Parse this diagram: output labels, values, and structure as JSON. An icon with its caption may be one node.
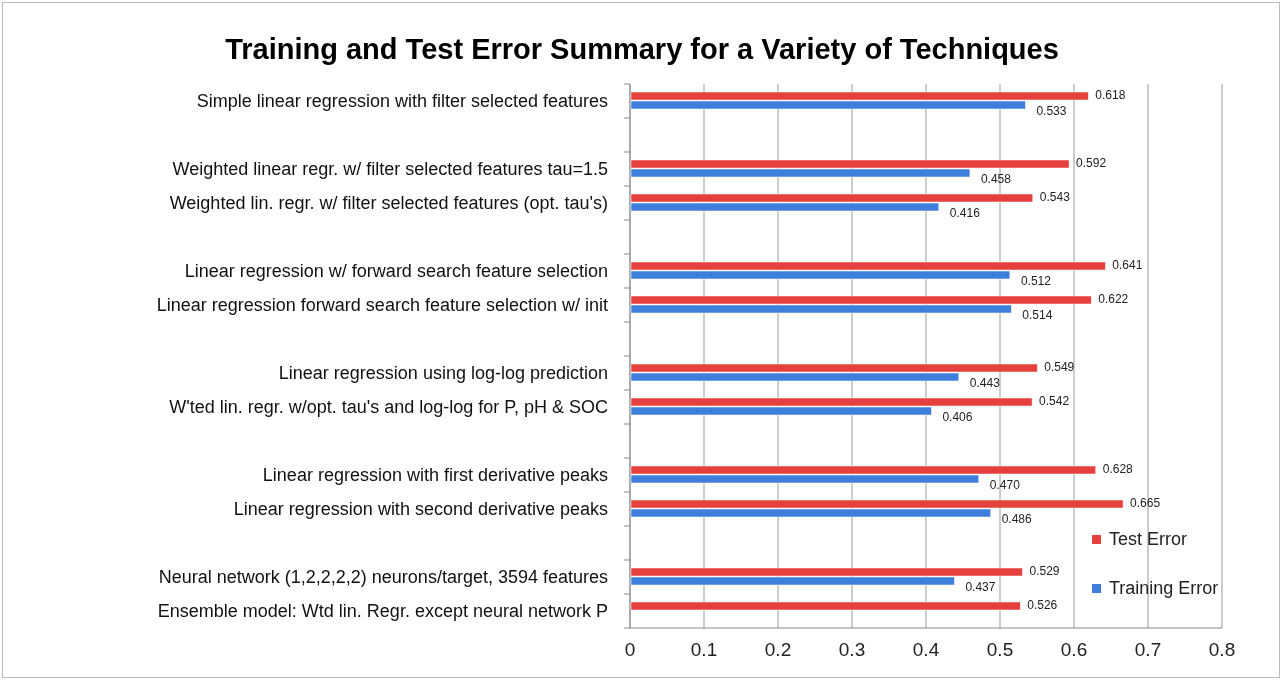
{
  "diagram": {
    "title": "Training and Test Error Summary for a Variety of Techniques",
    "chart_data": {
      "type": "bar",
      "orientation": "horizontal",
      "categories": [
        "Simple linear regression with filter selected features",
        null,
        "Weighted linear regr. w/ filter selected features tau=1.5",
        "Weighted lin. regr. w/ filter selected features (opt. tau's)",
        null,
        "Linear regression w/ forward search feature selection",
        "Linear regression forward search feature selection w/ init",
        null,
        "Linear regression using log-log prediction",
        "W'ted lin. regr. w/opt. tau's and log-log for P, pH & SOC",
        null,
        "Linear regression with first derivative peaks",
        "Linear regression with second derivative peaks",
        null,
        "Neural network (1,2,2,2,2) neurons/target, 3594 features",
        "Ensemble model: Wtd lin. Regr. except neural network P"
      ],
      "series": [
        {
          "name": "Test Error",
          "color": "#e5403e",
          "values": [
            0.618,
            null,
            0.592,
            0.543,
            null,
            0.641,
            0.622,
            null,
            0.549,
            0.542,
            null,
            0.628,
            0.665,
            null,
            0.529,
            0.526
          ]
        },
        {
          "name": "Training Error",
          "color": "#3f7fdb",
          "values": [
            0.533,
            null,
            0.458,
            0.416,
            null,
            0.512,
            0.514,
            null,
            0.443,
            0.406,
            null,
            0.47,
            0.486,
            null,
            0.437,
            null
          ]
        }
      ],
      "xlim": [
        0,
        0.8
      ],
      "xticks": [
        0,
        0.1,
        0.2,
        0.3,
        0.4,
        0.5,
        0.6,
        0.7,
        0.8
      ],
      "grid": true,
      "value_labels": [
        [
          "0.618",
          null,
          "0.592",
          "0.543",
          null,
          "0.641",
          "0.622",
          null,
          "0.549",
          "0.542",
          null,
          "0.628",
          "0.665",
          null,
          "0.529",
          "0.526"
        ],
        [
          "0.533",
          null,
          "0.458",
          "0.416",
          null,
          "0.512",
          "0.514",
          null,
          "0.443",
          "0.406",
          null,
          "0.470",
          "0.486",
          null,
          "0.437",
          null
        ]
      ]
    }
  }
}
